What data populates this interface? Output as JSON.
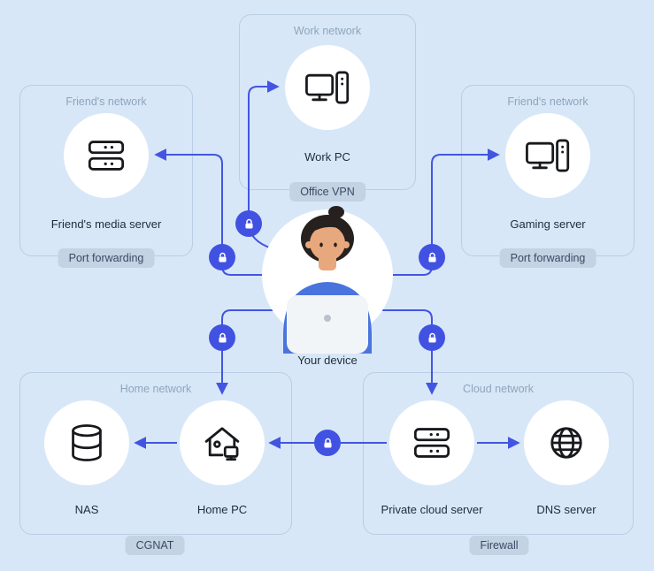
{
  "diagram": {
    "center_device": {
      "label": "Your device"
    },
    "work_network": {
      "title": "Work network",
      "device_label": "Work PC",
      "tag": "Office VPN"
    },
    "friend_network_left": {
      "title": "Friend's network",
      "device_label": "Friend's media server",
      "tag": "Port forwarding"
    },
    "friend_network_right": {
      "title": "Friend's network",
      "device_label": "Gaming server",
      "tag": "Port forwarding"
    },
    "home_network": {
      "title": "Home network",
      "nas_label": "NAS",
      "pc_label": "Home PC",
      "tag": "CGNAT"
    },
    "cloud_network": {
      "title": "Cloud network",
      "server_label": "Private cloud server",
      "dns_label": "DNS server",
      "tag": "Firewall"
    },
    "icons": {
      "work_pc": "desktop-tower-pc-icon",
      "friend_media_server": "server-stack-icon",
      "gaming_server": "desktop-tower-pc-icon",
      "nas": "database-icon",
      "home_pc": "house-computer-icon",
      "private_cloud_server": "server-stack-icon",
      "dns_server": "globe-icon",
      "connection_locks": "padlock-icon",
      "center": "person-with-laptop-avatar"
    },
    "colors": {
      "background": "#d7e7f8",
      "box_border": "#b9cde4",
      "box_title": "#8fa5bc",
      "tag_bg": "#c3d3e4",
      "tag_text": "#3a4a63",
      "accent": "#4355e0",
      "lock_bg": "#4152e2",
      "node_bg": "#ffffff",
      "label_text": "#1f2c3a",
      "icon_stroke": "#17191c",
      "shirt_blue": "#4a74dd",
      "skin": "#e8a87d",
      "hair": "#26211e",
      "laptop": "#f2f5f8"
    }
  }
}
